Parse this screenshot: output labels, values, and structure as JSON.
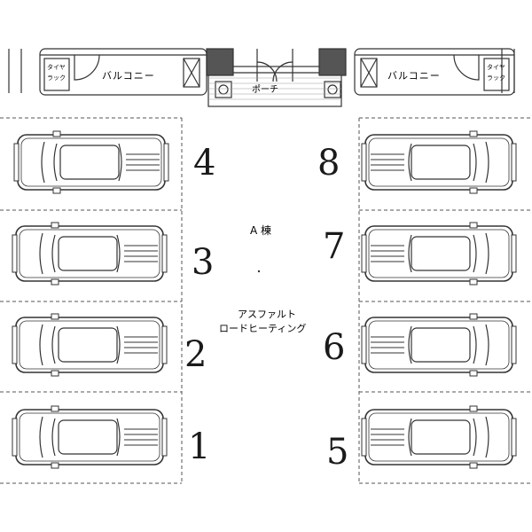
{
  "building": {
    "balcony_left": "バルコニー",
    "balcony_right": "バルコニー",
    "tire_rack_left": [
      "タイヤ",
      "ラック"
    ],
    "tire_rack_right": [
      "タイヤ",
      "ラック"
    ],
    "porch": "ポーチ",
    "building_name": "A 棟"
  },
  "road": {
    "line1": "アスファルト",
    "line2": "ロードヒーティング"
  },
  "parking": {
    "left_spaces": [
      "4",
      "3",
      "2",
      "1"
    ],
    "right_spaces": [
      "8",
      "7",
      "6",
      "5"
    ]
  }
}
